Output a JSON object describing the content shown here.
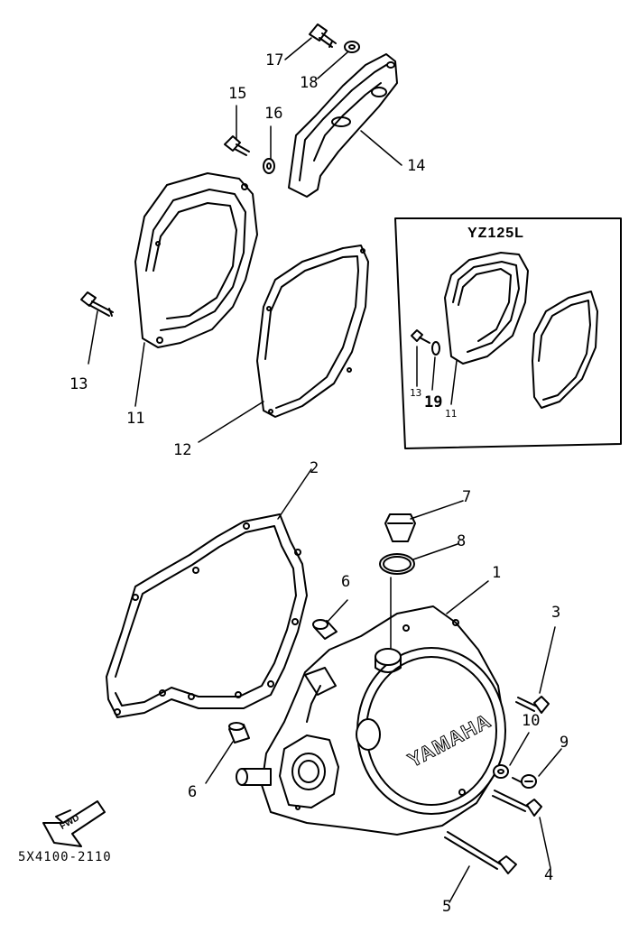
{
  "diagram": {
    "inset_title": "YZ125L",
    "part_code": "5X4100-2110",
    "fwd_label": "FWD",
    "brand_text": "YAMAHA",
    "callouts": {
      "n1": "1",
      "n2": "2",
      "n3": "3",
      "n4": "4",
      "n5": "5",
      "n6a": "6",
      "n6b": "6",
      "n7": "7",
      "n8": "8",
      "n9": "9",
      "n10": "10",
      "n11": "11",
      "n12": "12",
      "n13": "13",
      "n14": "14",
      "n15": "15",
      "n16": "16",
      "n17": "17",
      "n18": "18",
      "i13": "13",
      "i19": "19",
      "i11": "11"
    }
  }
}
